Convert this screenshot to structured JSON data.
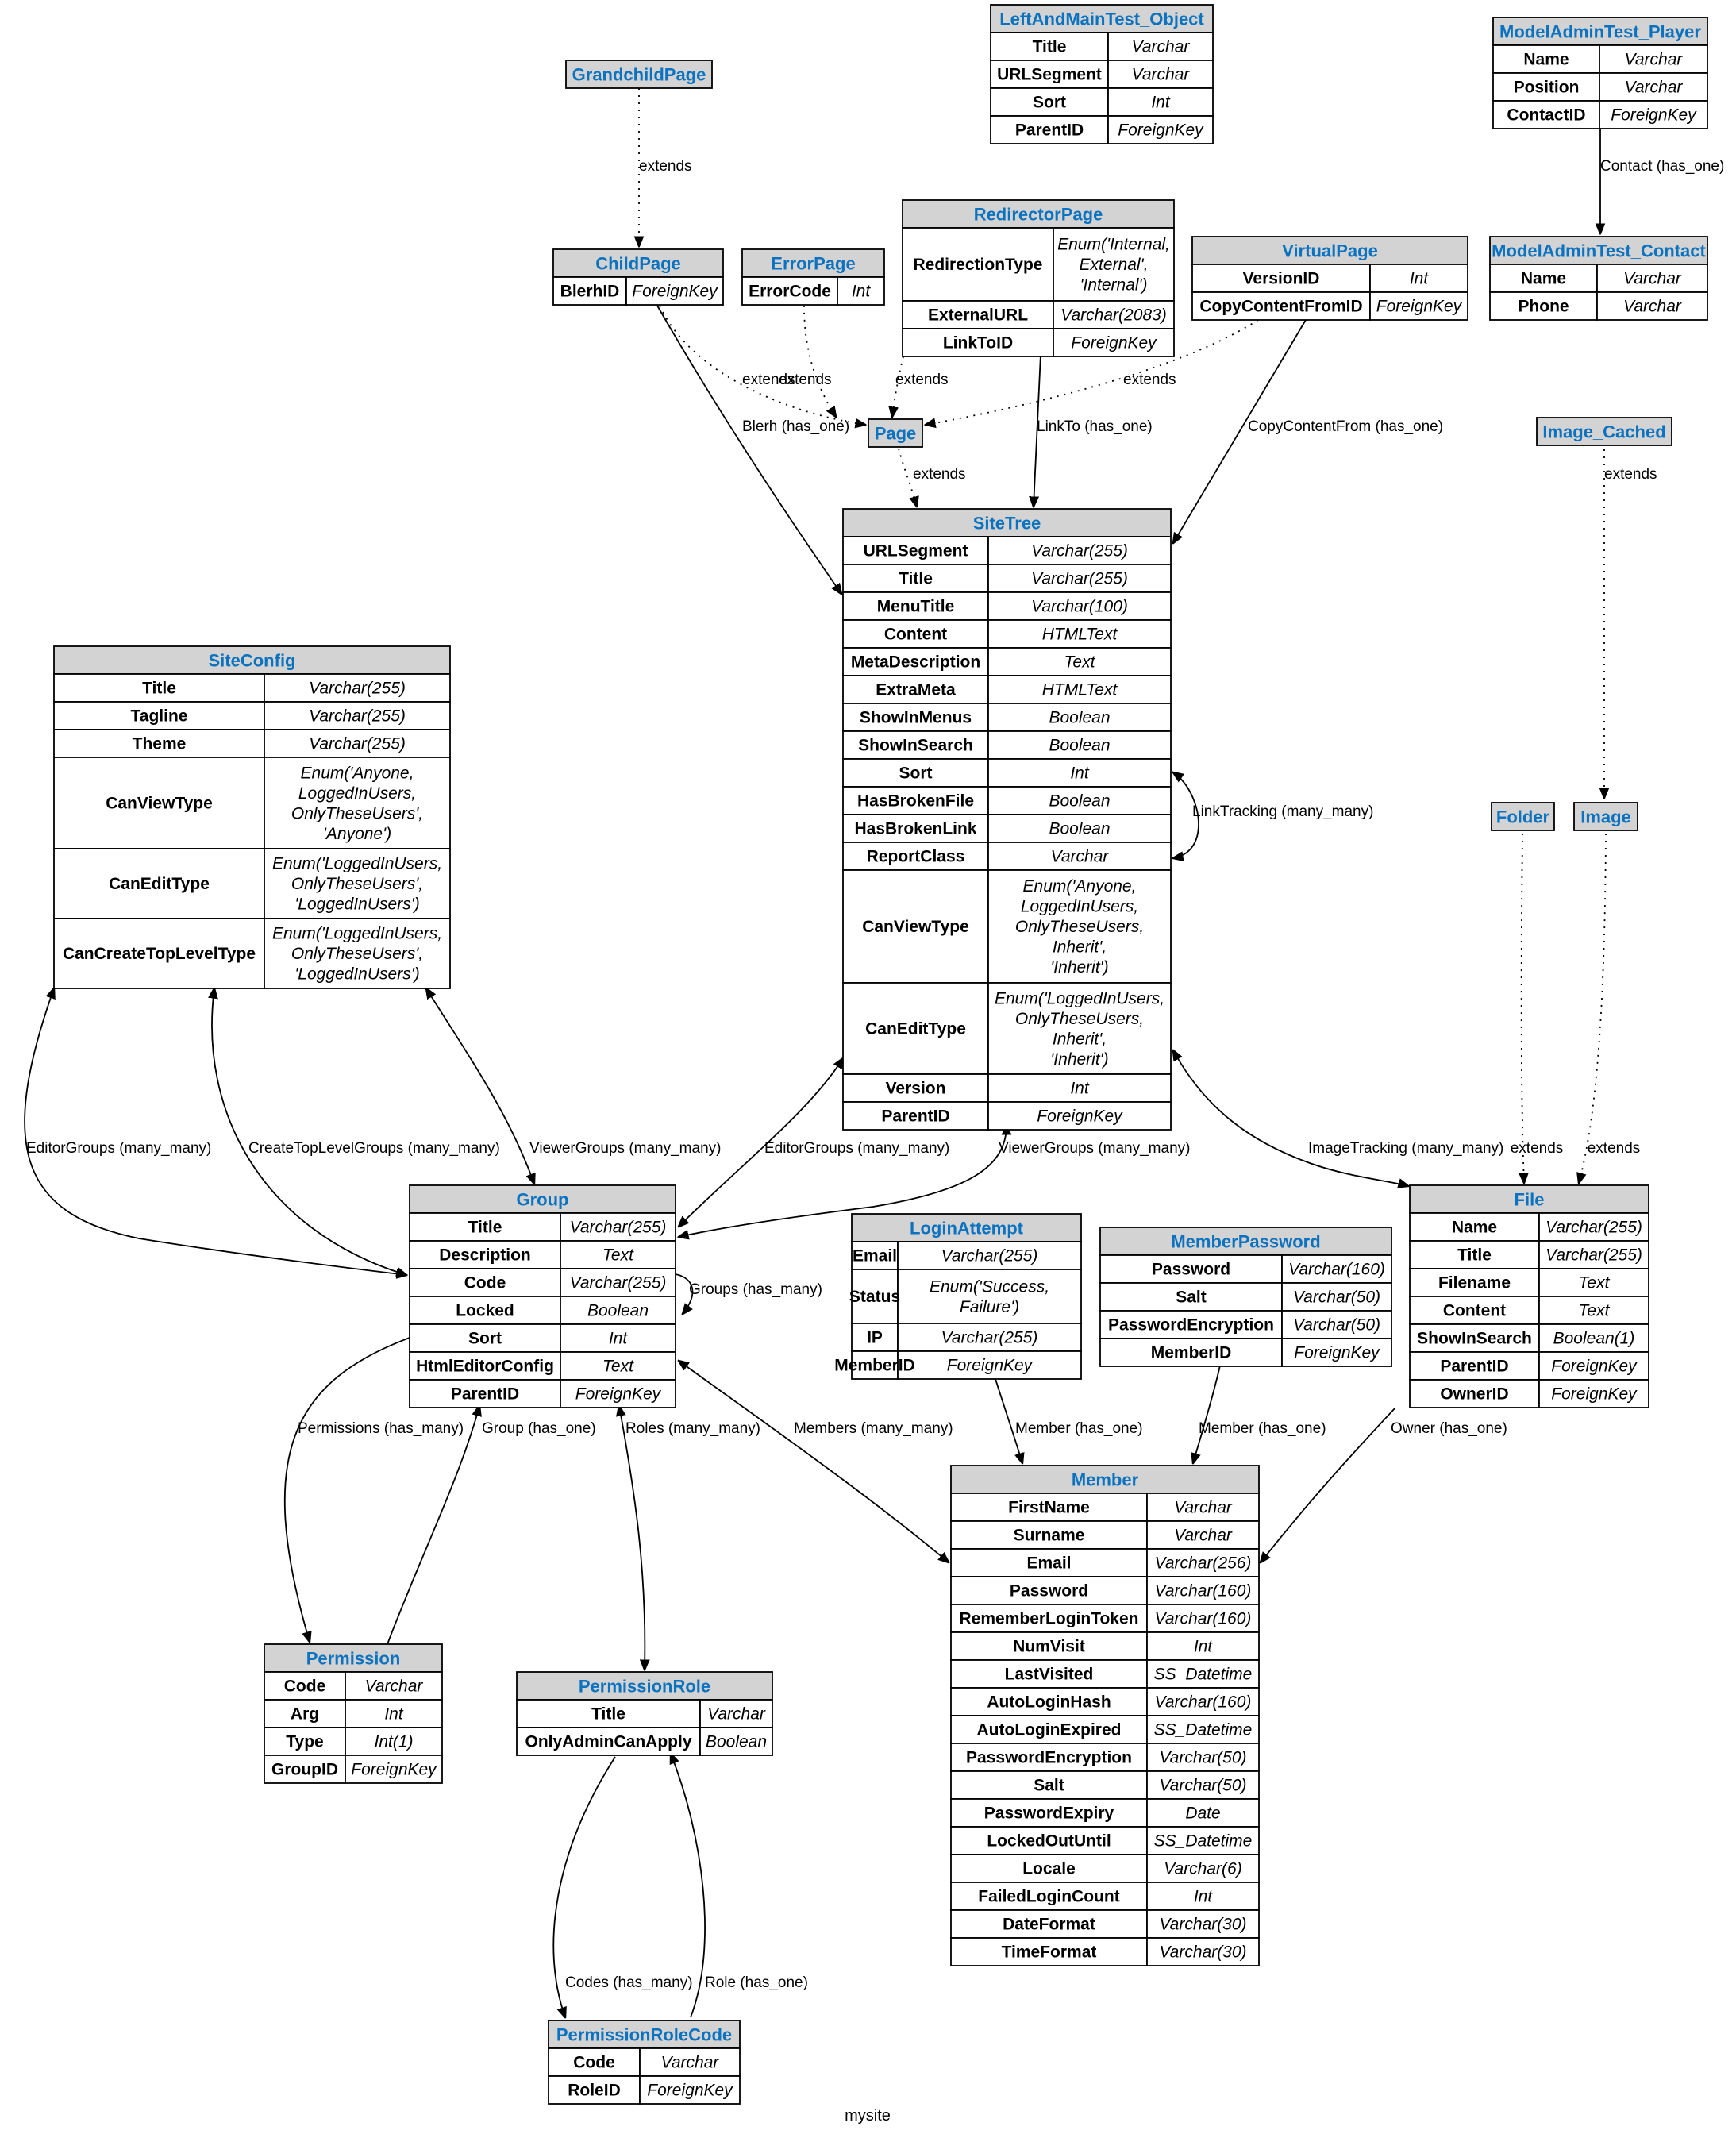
{
  "caption": "mysite",
  "classes": [
    {
      "id": "LeftAndMainTest_Object",
      "title": "LeftAndMainTest_Object",
      "fields": [
        [
          "Title",
          "Varchar"
        ],
        [
          "URLSegment",
          "Varchar"
        ],
        [
          "Sort",
          "Int"
        ],
        [
          "ParentID",
          "ForeignKey"
        ]
      ]
    },
    {
      "id": "ModelAdminTest_Player",
      "title": "ModelAdminTest_Player",
      "fields": [
        [
          "Name",
          "Varchar"
        ],
        [
          "Position",
          "Varchar"
        ],
        [
          "ContactID",
          "ForeignKey"
        ]
      ]
    },
    {
      "id": "GrandchildPage",
      "title": "GrandchildPage",
      "fields": []
    },
    {
      "id": "ChildPage",
      "title": "ChildPage",
      "fields": [
        [
          "BlerhID",
          "ForeignKey"
        ]
      ]
    },
    {
      "id": "ErrorPage",
      "title": "ErrorPage",
      "fields": [
        [
          "ErrorCode",
          "Int"
        ]
      ]
    },
    {
      "id": "RedirectorPage",
      "title": "RedirectorPage",
      "fields": [
        [
          "RedirectionType",
          "Enum('Internal,\nExternal',\n'Internal')"
        ],
        [
          "ExternalURL",
          "Varchar(2083)"
        ],
        [
          "LinkToID",
          "ForeignKey"
        ]
      ]
    },
    {
      "id": "VirtualPage",
      "title": "VirtualPage",
      "fields": [
        [
          "VersionID",
          "Int"
        ],
        [
          "CopyContentFromID",
          "ForeignKey"
        ]
      ]
    },
    {
      "id": "ModelAdminTest_Contact",
      "title": "ModelAdminTest_Contact",
      "fields": [
        [
          "Name",
          "Varchar"
        ],
        [
          "Phone",
          "Varchar"
        ]
      ]
    },
    {
      "id": "Page",
      "title": "Page",
      "fields": []
    },
    {
      "id": "Image_Cached",
      "title": "Image_Cached",
      "fields": []
    },
    {
      "id": "SiteTree",
      "title": "SiteTree",
      "fields": [
        [
          "URLSegment",
          "Varchar(255)"
        ],
        [
          "Title",
          "Varchar(255)"
        ],
        [
          "MenuTitle",
          "Varchar(100)"
        ],
        [
          "Content",
          "HTMLText"
        ],
        [
          "MetaDescription",
          "Text"
        ],
        [
          "ExtraMeta",
          "HTMLText"
        ],
        [
          "ShowInMenus",
          "Boolean"
        ],
        [
          "ShowInSearch",
          "Boolean"
        ],
        [
          "Sort",
          "Int"
        ],
        [
          "HasBrokenFile",
          "Boolean"
        ],
        [
          "HasBrokenLink",
          "Boolean"
        ],
        [
          "ReportClass",
          "Varchar"
        ],
        [
          "CanViewType",
          "Enum('Anyone,\nLoggedInUsers,\nOnlyTheseUsers,\nInherit',\n'Inherit')"
        ],
        [
          "CanEditType",
          "Enum('LoggedInUsers,\nOnlyTheseUsers,\nInherit',\n'Inherit')"
        ],
        [
          "Version",
          "Int"
        ],
        [
          "ParentID",
          "ForeignKey"
        ]
      ]
    },
    {
      "id": "SiteConfig",
      "title": "SiteConfig",
      "fields": [
        [
          "Title",
          "Varchar(255)"
        ],
        [
          "Tagline",
          "Varchar(255)"
        ],
        [
          "Theme",
          "Varchar(255)"
        ],
        [
          "CanViewType",
          "Enum('Anyone,\nLoggedInUsers,\nOnlyTheseUsers',\n'Anyone')"
        ],
        [
          "CanEditType",
          "Enum('LoggedInUsers,\nOnlyTheseUsers',\n'LoggedInUsers')"
        ],
        [
          "CanCreateTopLevelType",
          "Enum('LoggedInUsers,\nOnlyTheseUsers',\n'LoggedInUsers')"
        ]
      ]
    },
    {
      "id": "Folder",
      "title": "Folder",
      "fields": []
    },
    {
      "id": "Image",
      "title": "Image",
      "fields": []
    },
    {
      "id": "Group",
      "title": "Group",
      "fields": [
        [
          "Title",
          "Varchar(255)"
        ],
        [
          "Description",
          "Text"
        ],
        [
          "Code",
          "Varchar(255)"
        ],
        [
          "Locked",
          "Boolean"
        ],
        [
          "Sort",
          "Int"
        ],
        [
          "HtmlEditorConfig",
          "Text"
        ],
        [
          "ParentID",
          "ForeignKey"
        ]
      ]
    },
    {
      "id": "LoginAttempt",
      "title": "LoginAttempt",
      "fields": [
        [
          "Email",
          "Varchar(255)"
        ],
        [
          "Status",
          "Enum('Success,\nFailure')"
        ],
        [
          "IP",
          "Varchar(255)"
        ],
        [
          "MemberID",
          "ForeignKey"
        ]
      ]
    },
    {
      "id": "MemberPassword",
      "title": "MemberPassword",
      "fields": [
        [
          "Password",
          "Varchar(160)"
        ],
        [
          "Salt",
          "Varchar(50)"
        ],
        [
          "PasswordEncryption",
          "Varchar(50)"
        ],
        [
          "MemberID",
          "ForeignKey"
        ]
      ]
    },
    {
      "id": "File",
      "title": "File",
      "fields": [
        [
          "Name",
          "Varchar(255)"
        ],
        [
          "Title",
          "Varchar(255)"
        ],
        [
          "Filename",
          "Text"
        ],
        [
          "Content",
          "Text"
        ],
        [
          "ShowInSearch",
          "Boolean(1)"
        ],
        [
          "ParentID",
          "ForeignKey"
        ],
        [
          "OwnerID",
          "ForeignKey"
        ]
      ]
    },
    {
      "id": "Member",
      "title": "Member",
      "fields": [
        [
          "FirstName",
          "Varchar"
        ],
        [
          "Surname",
          "Varchar"
        ],
        [
          "Email",
          "Varchar(256)"
        ],
        [
          "Password",
          "Varchar(160)"
        ],
        [
          "RememberLoginToken",
          "Varchar(160)"
        ],
        [
          "NumVisit",
          "Int"
        ],
        [
          "LastVisited",
          "SS_Datetime"
        ],
        [
          "AutoLoginHash",
          "Varchar(160)"
        ],
        [
          "AutoLoginExpired",
          "SS_Datetime"
        ],
        [
          "PasswordEncryption",
          "Varchar(50)"
        ],
        [
          "Salt",
          "Varchar(50)"
        ],
        [
          "PasswordExpiry",
          "Date"
        ],
        [
          "LockedOutUntil",
          "SS_Datetime"
        ],
        [
          "Locale",
          "Varchar(6)"
        ],
        [
          "FailedLoginCount",
          "Int"
        ],
        [
          "DateFormat",
          "Varchar(30)"
        ],
        [
          "TimeFormat",
          "Varchar(30)"
        ]
      ]
    },
    {
      "id": "Permission",
      "title": "Permission",
      "fields": [
        [
          "Code",
          "Varchar"
        ],
        [
          "Arg",
          "Int"
        ],
        [
          "Type",
          "Int(1)"
        ],
        [
          "GroupID",
          "ForeignKey"
        ]
      ]
    },
    {
      "id": "PermissionRole",
      "title": "PermissionRole",
      "fields": [
        [
          "Title",
          "Varchar"
        ],
        [
          "OnlyAdminCanApply",
          "Boolean"
        ]
      ]
    },
    {
      "id": "PermissionRoleCode",
      "title": "PermissionRoleCode",
      "fields": [
        [
          "Code",
          "Varchar"
        ],
        [
          "RoleID",
          "ForeignKey"
        ]
      ]
    }
  ],
  "edges": [
    {
      "id": "e1",
      "label": "extends",
      "style": "dotted"
    },
    {
      "id": "e2",
      "label": "Contact (has_one)",
      "style": "solid"
    },
    {
      "id": "e3",
      "label": "extends",
      "style": "dotted"
    },
    {
      "id": "e4",
      "label": "extends",
      "style": "dotted"
    },
    {
      "id": "e5",
      "label": "extends",
      "style": "dotted"
    },
    {
      "id": "e6",
      "label": "extends",
      "style": "dotted"
    },
    {
      "id": "e7",
      "label": "Blerh (has_one)",
      "style": "solid"
    },
    {
      "id": "e8",
      "label": "LinkTo (has_one)",
      "style": "solid"
    },
    {
      "id": "e9",
      "label": "CopyContentFrom (has_one)",
      "style": "solid"
    },
    {
      "id": "e10",
      "label": "extends",
      "style": "dotted"
    },
    {
      "id": "e11",
      "label": "extends",
      "style": "dotted"
    },
    {
      "id": "e12",
      "label": "LinkTracking (many_many)",
      "style": "solid"
    },
    {
      "id": "e13",
      "label": "extends",
      "style": "dotted"
    },
    {
      "id": "e14",
      "label": "extends",
      "style": "dotted"
    },
    {
      "id": "e15",
      "label": "EditorGroups (many_many)",
      "style": "solid"
    },
    {
      "id": "e16",
      "label": "CreateTopLevelGroups (many_many)",
      "style": "solid"
    },
    {
      "id": "e17",
      "label": "ViewerGroups (many_many)",
      "style": "solid"
    },
    {
      "id": "e18",
      "label": "EditorGroups (many_many)",
      "style": "solid"
    },
    {
      "id": "e19",
      "label": "ViewerGroups (many_many)",
      "style": "solid"
    },
    {
      "id": "e20",
      "label": "ImageTracking (many_many)",
      "style": "solid"
    },
    {
      "id": "e21",
      "label": "Groups (has_many)",
      "style": "solid"
    },
    {
      "id": "e22",
      "label": "Permissions (has_many)",
      "style": "solid"
    },
    {
      "id": "e23",
      "label": "Group (has_one)",
      "style": "solid"
    },
    {
      "id": "e24",
      "label": "Roles (many_many)",
      "style": "solid"
    },
    {
      "id": "e25",
      "label": "Members (many_many)",
      "style": "solid"
    },
    {
      "id": "e26",
      "label": "Member (has_one)",
      "style": "solid"
    },
    {
      "id": "e27",
      "label": "Member (has_one)",
      "style": "solid"
    },
    {
      "id": "e28",
      "label": "Owner (has_one)",
      "style": "solid"
    },
    {
      "id": "e29",
      "label": "Codes (has_many)",
      "style": "solid"
    },
    {
      "id": "e30",
      "label": "Role (has_one)",
      "style": "solid"
    }
  ]
}
